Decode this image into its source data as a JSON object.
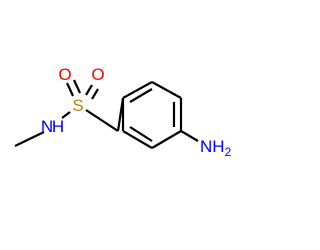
{
  "molecule": {
    "atoms": {
      "sulfur": {
        "symbol": "S",
        "color": "#b8860b"
      },
      "oxygen_left": {
        "symbol": "O",
        "color": "#ff0000"
      },
      "oxygen_right": {
        "symbol": "O",
        "color": "#ff0000"
      },
      "sulfonamide_nitrogen": {
        "symbol": "N",
        "hydrogen": "H",
        "color": "#0000ff"
      },
      "amine_nitrogen": {
        "symbol": "NH",
        "subscript": "2",
        "color": "#0000ff"
      }
    },
    "bond_color": "#000000",
    "background": "#ffffff"
  }
}
